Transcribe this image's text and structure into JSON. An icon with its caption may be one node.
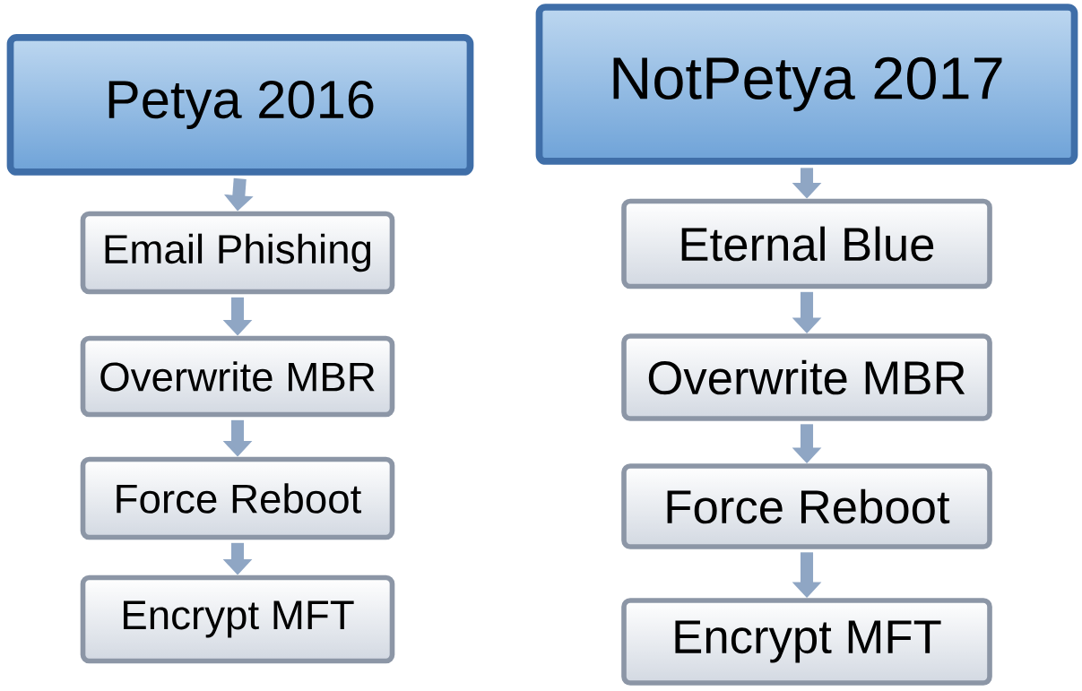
{
  "diagram": {
    "nodes": [
      {
        "text": [
          "Petya 2016"
        ]
      },
      {
        "text": [
          "Email Phishing"
        ]
      },
      {
        "text": [
          "Overwrite MBR"
        ]
      },
      {
        "text": [
          "Force Reboot"
        ]
      },
      {
        "text": [
          "Encrypt MFT"
        ]
      },
      {
        "text": [
          "NotPetya 2017"
        ]
      },
      {
        "text": [
          "Eternal Blue"
        ]
      },
      {
        "text": [
          "Overwrite MBR"
        ]
      },
      {
        "text": [
          "Force Reboot"
        ]
      },
      {
        "text": [
          "Encrypt MFT"
        ]
      }
    ],
    "edges": [
      {
        "from": 0,
        "to": 1,
        "arrow": "to"
      },
      {
        "from": 1,
        "to": 2,
        "arrow": "to"
      },
      {
        "from": 2,
        "to": 3,
        "arrow": "to"
      },
      {
        "from": 3,
        "to": 4,
        "arrow": "to"
      },
      {
        "from": 5,
        "to": 6,
        "arrow": "to"
      },
      {
        "from": 6,
        "to": 7,
        "arrow": "to"
      },
      {
        "from": 7,
        "to": 8,
        "arrow": "to"
      },
      {
        "from": 8,
        "to": 9,
        "arrow": "to"
      }
    ]
  }
}
